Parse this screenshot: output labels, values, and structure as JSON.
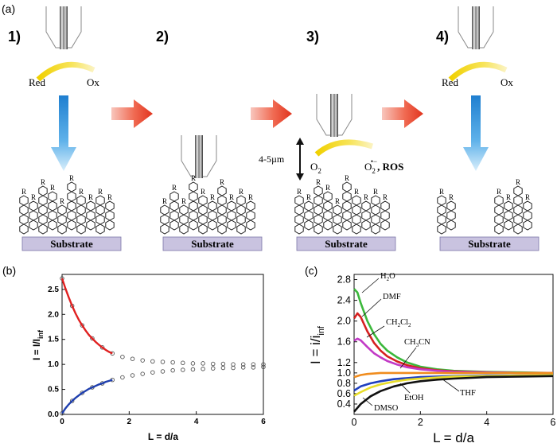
{
  "panel_labels": {
    "a": "(a)",
    "b": "(b)",
    "c": "(c)"
  },
  "steps": [
    "1)",
    "2)",
    "3)",
    "4)"
  ],
  "scheme": {
    "red": "Red",
    "ox": "Ox",
    "o2": "O",
    "o2_sub": "2",
    "o2_radical_sub": "2",
    "radical_sup": "•−",
    "ros": ", ROS",
    "distance": "4-5µm",
    "substrate": "Substrate",
    "r": "R"
  },
  "colors": {
    "red_arrow": "#e8432f",
    "blue_arrow": "#2f93d8",
    "substrate": "#c9c3e0",
    "yellow_arrow": "#f2d629"
  },
  "chart_data": [
    {
      "type": "scatter",
      "panel": "b",
      "xlabel": "L = d/a",
      "ylabel": "I = I/I",
      "ylabel_sub": "inf",
      "xlim": [
        0,
        6
      ],
      "ylim": [
        0,
        2.8
      ],
      "xticks": [
        "0",
        "2",
        "4",
        "6"
      ],
      "yticks": [
        "0.0",
        "0.5",
        "1.0",
        "1.5",
        "2.0",
        "2.5"
      ],
      "series": [
        {
          "color": "#e02020",
          "kind": "fit",
          "x": [
            0,
            0.1,
            0.2,
            0.3,
            0.4,
            0.5,
            0.6,
            0.7,
            0.8,
            0.9,
            1.0,
            1.1,
            1.2,
            1.3,
            1.4,
            1.5
          ],
          "y": [
            2.72,
            2.52,
            2.34,
            2.17,
            2.02,
            1.89,
            1.78,
            1.68,
            1.59,
            1.52,
            1.45,
            1.39,
            1.34,
            1.29,
            1.25,
            1.22
          ]
        },
        {
          "color": "#1f3fae",
          "kind": "fit",
          "x": [
            0,
            0.1,
            0.2,
            0.3,
            0.4,
            0.5,
            0.6,
            0.7,
            0.8,
            0.9,
            1.0,
            1.1,
            1.2,
            1.3,
            1.4,
            1.5
          ],
          "y": [
            0.02,
            0.12,
            0.2,
            0.27,
            0.33,
            0.38,
            0.43,
            0.47,
            0.51,
            0.54,
            0.57,
            0.6,
            0.62,
            0.65,
            0.67,
            0.69
          ]
        },
        {
          "color": "#555555",
          "kind": "open-circles",
          "x": [
            0,
            0.3,
            0.6,
            0.9,
            1.2,
            1.5,
            1.8,
            2.1,
            2.4,
            2.7,
            3.0,
            3.3,
            3.6,
            3.9,
            4.2,
            4.5,
            4.8,
            5.1,
            5.4,
            5.7,
            6.0
          ],
          "y": [
            2.72,
            2.17,
            1.78,
            1.52,
            1.34,
            1.22,
            1.15,
            1.11,
            1.08,
            1.06,
            1.05,
            1.04,
            1.03,
            1.02,
            1.02,
            1.01,
            1.01,
            1.0,
            1.0,
            1.0,
            1.0
          ]
        },
        {
          "color": "#555555",
          "kind": "open-circles",
          "x": [
            0,
            0.3,
            0.6,
            0.9,
            1.2,
            1.5,
            1.8,
            2.1,
            2.4,
            2.7,
            3.0,
            3.3,
            3.6,
            3.9,
            4.2,
            4.5,
            4.8,
            5.1,
            5.4,
            5.7,
            6.0
          ],
          "y": [
            0.02,
            0.27,
            0.43,
            0.54,
            0.62,
            0.69,
            0.74,
            0.78,
            0.81,
            0.84,
            0.86,
            0.88,
            0.89,
            0.9,
            0.91,
            0.92,
            0.93,
            0.93,
            0.94,
            0.94,
            0.95
          ]
        }
      ]
    },
    {
      "type": "line",
      "panel": "c",
      "xlabel": "L = d/a",
      "ylabel": "I = i/i",
      "ylabel_sub": "inf",
      "xlim": [
        0,
        6
      ],
      "ylim": [
        0.2,
        2.9
      ],
      "xticks": [
        "0",
        "2",
        "4",
        "6"
      ],
      "yticks": [
        "0.4",
        "0.6",
        "0.8",
        "1.0",
        "1.2",
        "1.6",
        "2.0",
        "2.4",
        "2.8"
      ],
      "series": [
        {
          "name": "H2O",
          "color": "#3cb83c",
          "x": [
            0,
            0.1,
            0.2,
            0.4,
            0.6,
            0.8,
            1.0,
            1.3,
            1.6,
            2.0,
            2.5,
            3,
            4,
            5,
            6
          ],
          "y": [
            2.62,
            2.55,
            2.35,
            2.0,
            1.75,
            1.56,
            1.43,
            1.3,
            1.2,
            1.12,
            1.07,
            1.04,
            1.02,
            1.01,
            1.0
          ]
        },
        {
          "name": "DMF",
          "color": "#d62020",
          "x": [
            0,
            0.1,
            0.2,
            0.4,
            0.6,
            0.8,
            1.0,
            1.3,
            1.6,
            2.0,
            2.5,
            3,
            4,
            5,
            6
          ],
          "y": [
            2.05,
            2.15,
            2.08,
            1.8,
            1.58,
            1.43,
            1.32,
            1.22,
            1.15,
            1.09,
            1.05,
            1.03,
            1.01,
            1.0,
            1.0
          ]
        },
        {
          "name": "CH2Cl2",
          "color": "#c23ac6",
          "x": [
            0,
            0.1,
            0.2,
            0.4,
            0.6,
            0.8,
            1.0,
            1.3,
            1.6,
            2.0,
            2.5,
            3,
            4,
            5,
            6
          ],
          "y": [
            1.62,
            1.66,
            1.63,
            1.5,
            1.38,
            1.3,
            1.23,
            1.16,
            1.11,
            1.07,
            1.04,
            1.02,
            1.01,
            1.0,
            1.0
          ]
        },
        {
          "name": "CH3CN",
          "color": "#f08c1e",
          "x": [
            0,
            0.2,
            0.4,
            0.8,
            1.2,
            1.6,
            2.0,
            3,
            4,
            5,
            6
          ],
          "y": [
            0.92,
            0.96,
            0.98,
            1.0,
            1.0,
            1.0,
            1.0,
            1.0,
            1.0,
            1.0,
            1.0
          ]
        },
        {
          "name": "THF",
          "color": "#1f3fbf",
          "x": [
            0,
            0.2,
            0.5,
            0.8,
            1.2,
            1.6,
            2.0,
            2.5,
            3,
            4,
            5,
            6
          ],
          "y": [
            0.66,
            0.74,
            0.8,
            0.84,
            0.88,
            0.9,
            0.92,
            0.93,
            0.94,
            0.95,
            0.95,
            0.96
          ]
        },
        {
          "name": "EtOH",
          "color": "#e8dd2a",
          "x": [
            0,
            0.2,
            0.5,
            0.8,
            1.2,
            1.6,
            2.0,
            2.5,
            3,
            4,
            5,
            6
          ],
          "y": [
            0.56,
            0.63,
            0.72,
            0.78,
            0.83,
            0.87,
            0.89,
            0.91,
            0.93,
            0.94,
            0.95,
            0.96
          ]
        },
        {
          "name": "DMSO",
          "color": "#111111",
          "x": [
            0,
            0.2,
            0.5,
            0.8,
            1.2,
            1.6,
            2.0,
            2.5,
            3,
            4,
            5,
            6
          ],
          "y": [
            0.25,
            0.4,
            0.55,
            0.65,
            0.74,
            0.8,
            0.84,
            0.87,
            0.89,
            0.92,
            0.93,
            0.94
          ]
        }
      ],
      "annotations": [
        "H",
        "2",
        "O",
        "DMF",
        "CH",
        "2",
        "Cl",
        "2",
        "CH",
        "3",
        "CN",
        "THF",
        "EtOH",
        "DMSO"
      ]
    }
  ]
}
